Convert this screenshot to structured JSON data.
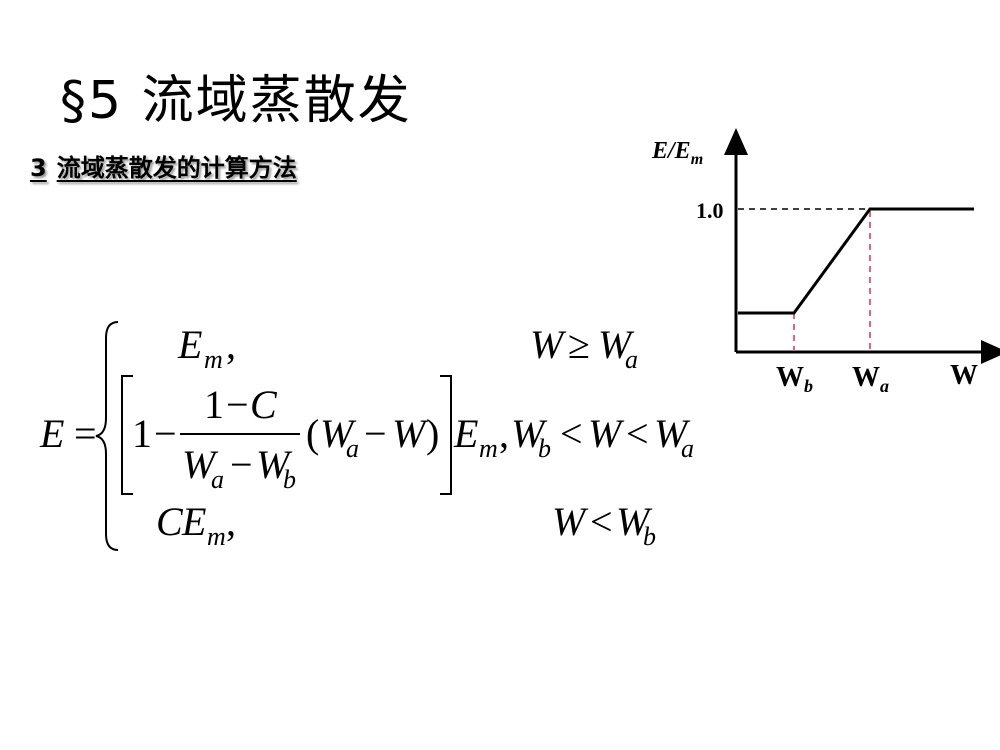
{
  "slide": {
    "title": "§5  流域蒸散发",
    "subtitle_number": "3",
    "subtitle_text": "流域蒸散发的计算方法"
  },
  "formula": {
    "lhs": "E",
    "equals": "=",
    "case1_expr": "E",
    "case1_sub": "m",
    "case1_comma": ",",
    "case1_cond_w": "W",
    "case1_cond_op": "≥",
    "case1_cond_wa": "W",
    "case1_cond_wa_sub": "a",
    "case2_one": "1",
    "case2_minus": "−",
    "case2_num_one": "1",
    "case2_num_minus": "−",
    "case2_num_c": "C",
    "case2_den_wa": "W",
    "case2_den_wa_sub": "a",
    "case2_den_minus": "−",
    "case2_den_wb": "W",
    "case2_den_wb_sub": "b",
    "case2_paren_open": "(",
    "case2_paren_wa": "W",
    "case2_paren_wa_sub": "a",
    "case2_paren_minus": "−",
    "case2_paren_w": "W",
    "case2_paren_close": ")",
    "case2_em": "E",
    "case2_em_sub": "m",
    "case2_comma": ",",
    "case2_cond_wb": "W",
    "case2_cond_wb_sub": "b",
    "case2_cond_lt1": "<",
    "case2_cond_w": "W",
    "case2_cond_lt2": "<",
    "case2_cond_wa": "W",
    "case2_cond_wa_sub": "a",
    "case3_c": "C",
    "case3_e": "E",
    "case3_sub": "m",
    "case3_comma": ",",
    "case3_cond_w": "W",
    "case3_cond_op": "<",
    "case3_cond_wb": "W",
    "case3_cond_wb_sub": "b"
  },
  "chart_data": {
    "type": "line",
    "ylabel_main": "E/E",
    "ylabel_sub": "m",
    "xlabel": "W",
    "y_tick_label": "1.0",
    "x_tick_wb": "W",
    "x_tick_wb_sub": "b",
    "x_tick_wa": "W",
    "x_tick_wa_sub": "a",
    "line_color": "#000000",
    "guide_color": "#e8608a",
    "dashed_color": "#000000"
  }
}
